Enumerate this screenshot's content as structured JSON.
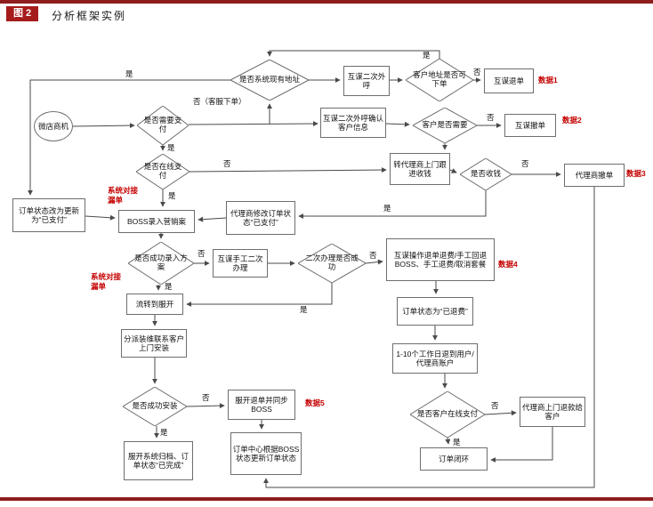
{
  "page": {
    "figure_badge": "图 2",
    "title": "分析框架实例"
  },
  "colors": {
    "accent": "#8e1d1d",
    "annotation_red": "#c40000"
  },
  "labels": {
    "yes": "是",
    "no": "否",
    "no_cs": "否（客服下单）"
  },
  "annotations": {
    "data1": "数据1",
    "data2": "数据2",
    "data3": "数据3",
    "data4": "数据4",
    "data5": "数据5",
    "leak1": "系统对接漏单",
    "leak2": "系统对接漏单"
  },
  "nodes": {
    "start": "微店商机",
    "d_need_pay": "是否需要支付",
    "d_addr_exist": "是否系统现有地址",
    "r_call2": "互谋二次外呼",
    "d_addr_ok": "客户地址是否可下单",
    "r_refund1": "互谋退单",
    "r_call_confirm": "互谋二次外呼确认客户信息",
    "d_cust_need": "客户是否需要",
    "r_cancel1": "互谋撤单",
    "d_online_pay": "是否在线支付",
    "r_agent_collect": "转代理商上门跟进收钱",
    "d_collected": "是否收钱",
    "r_agent_cancel": "代理商撤单",
    "r_status_paid": "订单状态改为更新为“已支付”",
    "r_boss_entry": "BOSS录入营销案",
    "r_agent_update": "代理商修改订单状态“已支付”",
    "d_entry_ok": "是否成功录入方案",
    "r_manual2": "互谋手工二次办理",
    "d_manual_ok": "二次办理是否成功",
    "r_refund_ops": "互谋操作退单退费/手工回退BOSS、手工退费/取消套餐",
    "r_flow_fk": "流转到服开",
    "r_dispatch": "分派装维联系客户上门安装",
    "r_status_refunded": "订单状态为“已退费”",
    "r_refund_days": "1-10个工作日退到用户/代理商账户",
    "d_install_ok": "是否成功安装",
    "r_fk_refund": "服开退单并同步BOSS",
    "d_cust_online": "是否客户在线支付",
    "r_agent_refund": "代理商上门退款给客户",
    "r_archive": "服开系统归档、订单状态“已完成”",
    "r_center_update": "订单中心根据BOSS状态更新订单状态",
    "r_closed": "订单闭环"
  }
}
